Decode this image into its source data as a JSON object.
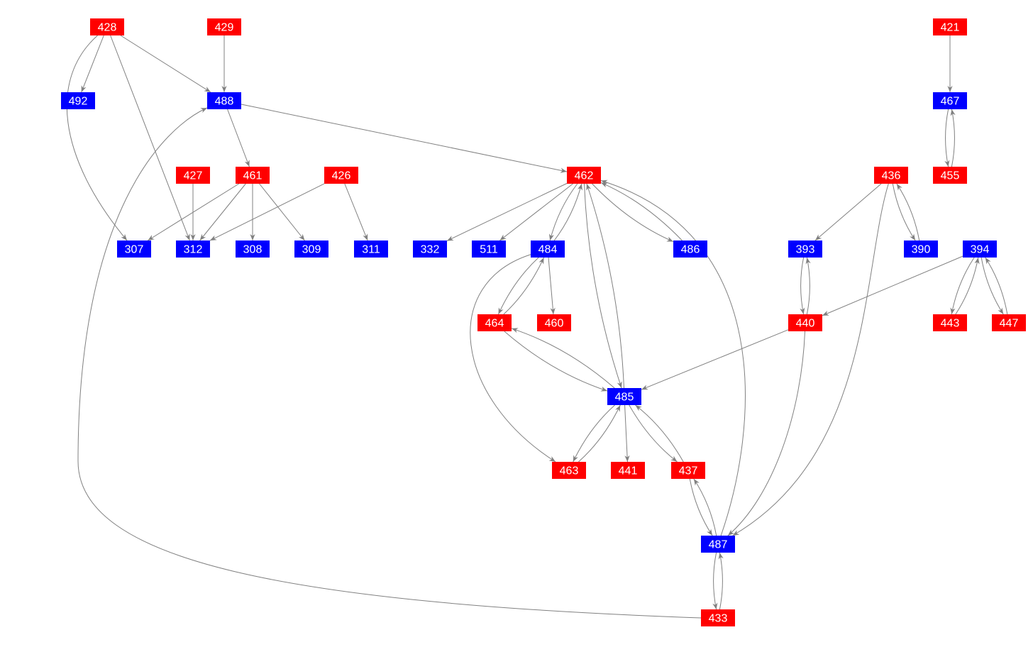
{
  "colors": {
    "red": "#ff0000",
    "blue": "#0000ff",
    "edge": "#808080",
    "text": "#ffffff"
  },
  "nodes": [
    {
      "id": "428",
      "type": "red"
    },
    {
      "id": "429",
      "type": "red"
    },
    {
      "id": "421",
      "type": "red"
    },
    {
      "id": "492",
      "type": "blue"
    },
    {
      "id": "488",
      "type": "blue"
    },
    {
      "id": "467",
      "type": "blue"
    },
    {
      "id": "427",
      "type": "red"
    },
    {
      "id": "461",
      "type": "red"
    },
    {
      "id": "426",
      "type": "red"
    },
    {
      "id": "462",
      "type": "red"
    },
    {
      "id": "436",
      "type": "red"
    },
    {
      "id": "455",
      "type": "red"
    },
    {
      "id": "307",
      "type": "blue"
    },
    {
      "id": "312",
      "type": "blue"
    },
    {
      "id": "308",
      "type": "blue"
    },
    {
      "id": "309",
      "type": "blue"
    },
    {
      "id": "311",
      "type": "blue"
    },
    {
      "id": "332",
      "type": "blue"
    },
    {
      "id": "511",
      "type": "blue"
    },
    {
      "id": "484",
      "type": "blue"
    },
    {
      "id": "486",
      "type": "blue"
    },
    {
      "id": "393",
      "type": "blue"
    },
    {
      "id": "390",
      "type": "blue"
    },
    {
      "id": "394",
      "type": "blue"
    },
    {
      "id": "464",
      "type": "red"
    },
    {
      "id": "460",
      "type": "red"
    },
    {
      "id": "440",
      "type": "red"
    },
    {
      "id": "443",
      "type": "red"
    },
    {
      "id": "447",
      "type": "red"
    },
    {
      "id": "485",
      "type": "blue"
    },
    {
      "id": "463",
      "type": "red"
    },
    {
      "id": "441",
      "type": "red"
    },
    {
      "id": "437",
      "type": "red"
    },
    {
      "id": "487",
      "type": "blue"
    },
    {
      "id": "433",
      "type": "red"
    }
  ],
  "edges": [
    [
      "428",
      "492"
    ],
    [
      "428",
      "488"
    ],
    [
      "428",
      "312"
    ],
    [
      "428",
      "307"
    ],
    [
      "429",
      "488"
    ],
    [
      "421",
      "467"
    ],
    [
      "467",
      "455"
    ],
    [
      "455",
      "467"
    ],
    [
      "488",
      "461"
    ],
    [
      "488",
      "462"
    ],
    [
      "433",
      "488"
    ],
    [
      "427",
      "312"
    ],
    [
      "461",
      "307"
    ],
    [
      "461",
      "312"
    ],
    [
      "461",
      "308"
    ],
    [
      "461",
      "309"
    ],
    [
      "426",
      "312"
    ],
    [
      "426",
      "311"
    ],
    [
      "462",
      "332"
    ],
    [
      "462",
      "511"
    ],
    [
      "462",
      "484"
    ],
    [
      "484",
      "462"
    ],
    [
      "462",
      "486"
    ],
    [
      "486",
      "462"
    ],
    [
      "462",
      "485"
    ],
    [
      "485",
      "462"
    ],
    [
      "487",
      "462"
    ],
    [
      "484",
      "464"
    ],
    [
      "464",
      "484"
    ],
    [
      "484",
      "460"
    ],
    [
      "484",
      "463"
    ],
    [
      "464",
      "485"
    ],
    [
      "485",
      "464"
    ],
    [
      "440",
      "485"
    ],
    [
      "485",
      "463"
    ],
    [
      "463",
      "485"
    ],
    [
      "485",
      "441"
    ],
    [
      "485",
      "437"
    ],
    [
      "437",
      "485"
    ],
    [
      "437",
      "487"
    ],
    [
      "487",
      "437"
    ],
    [
      "487",
      "433"
    ],
    [
      "433",
      "487"
    ],
    [
      "436",
      "393"
    ],
    [
      "436",
      "390"
    ],
    [
      "390",
      "436"
    ],
    [
      "436",
      "487"
    ],
    [
      "393",
      "440"
    ],
    [
      "440",
      "393"
    ],
    [
      "440",
      "487"
    ],
    [
      "394",
      "440"
    ],
    [
      "394",
      "443"
    ],
    [
      "443",
      "394"
    ],
    [
      "394",
      "447"
    ],
    [
      "447",
      "394"
    ]
  ]
}
